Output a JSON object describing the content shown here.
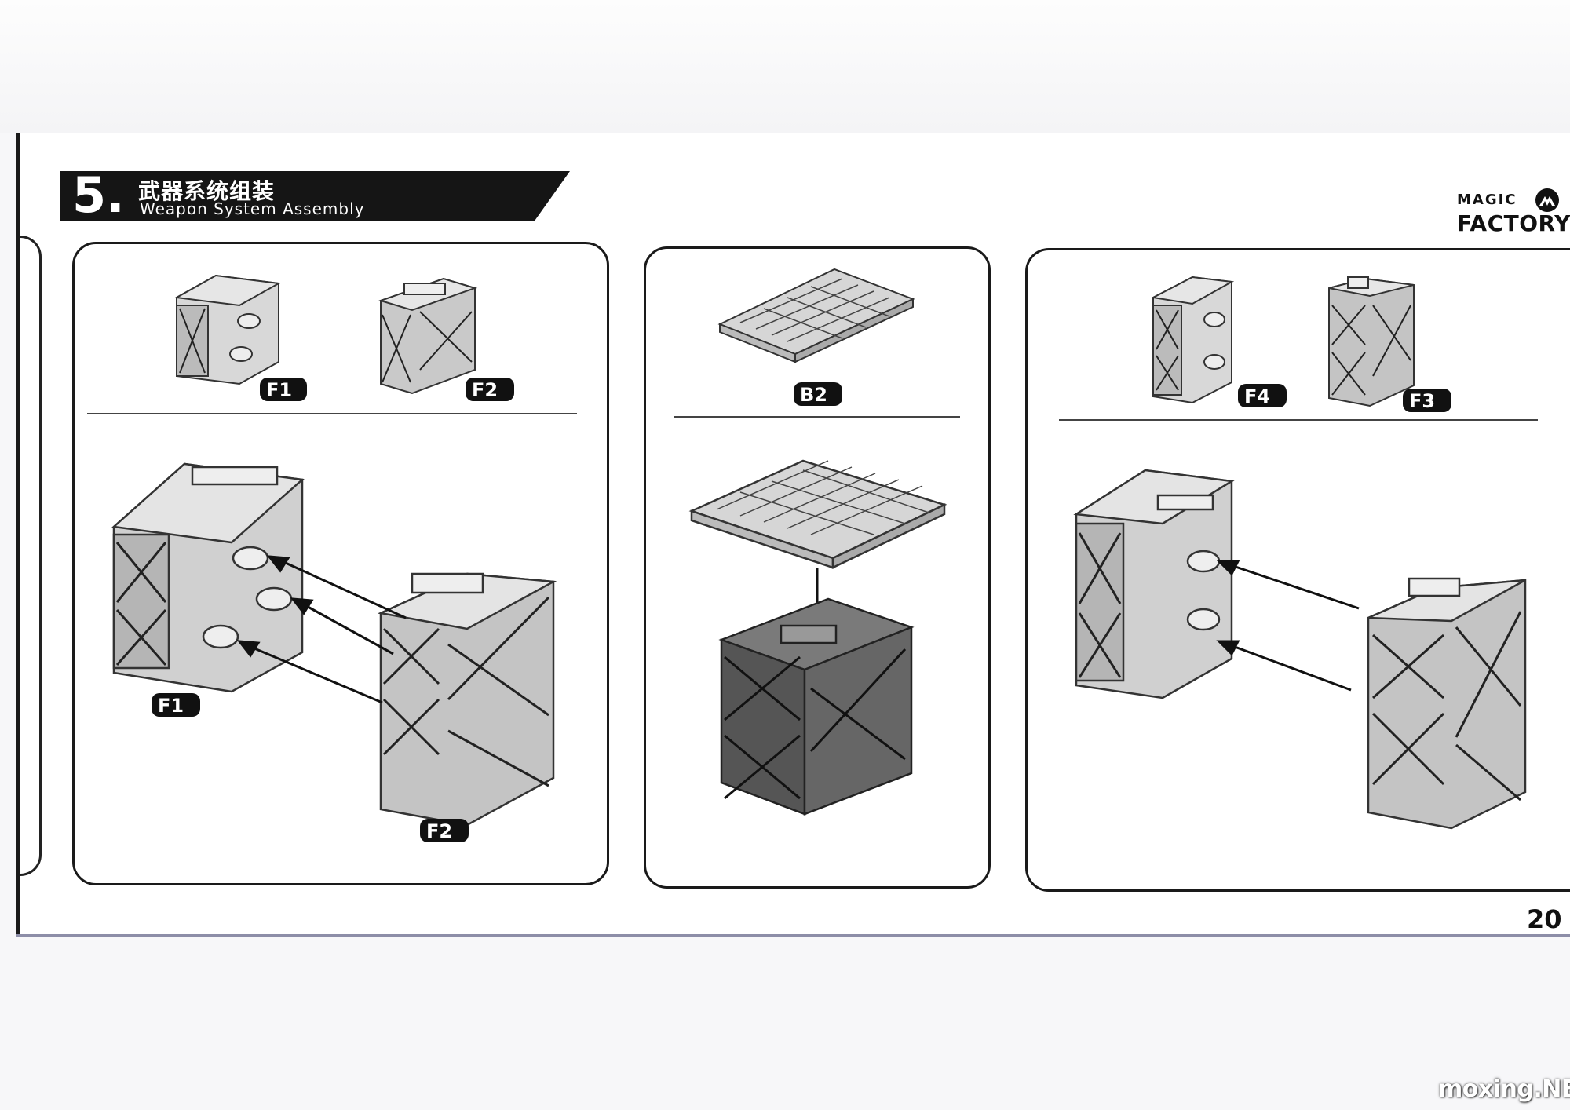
{
  "step": {
    "number": "5.",
    "title_cn": "武器系统组装",
    "title_en": "Weapon System Assembly"
  },
  "brand": {
    "line1": "MAGIC",
    "line2": "FACTORY"
  },
  "panels": [
    {
      "parts": [
        "F1",
        "F2"
      ],
      "labels": [
        "F1",
        "F2"
      ]
    },
    {
      "parts": [
        "B2"
      ]
    },
    {
      "parts": [
        "F4",
        "F3"
      ]
    }
  ],
  "page_number": "20",
  "watermark": "moxing.NET"
}
